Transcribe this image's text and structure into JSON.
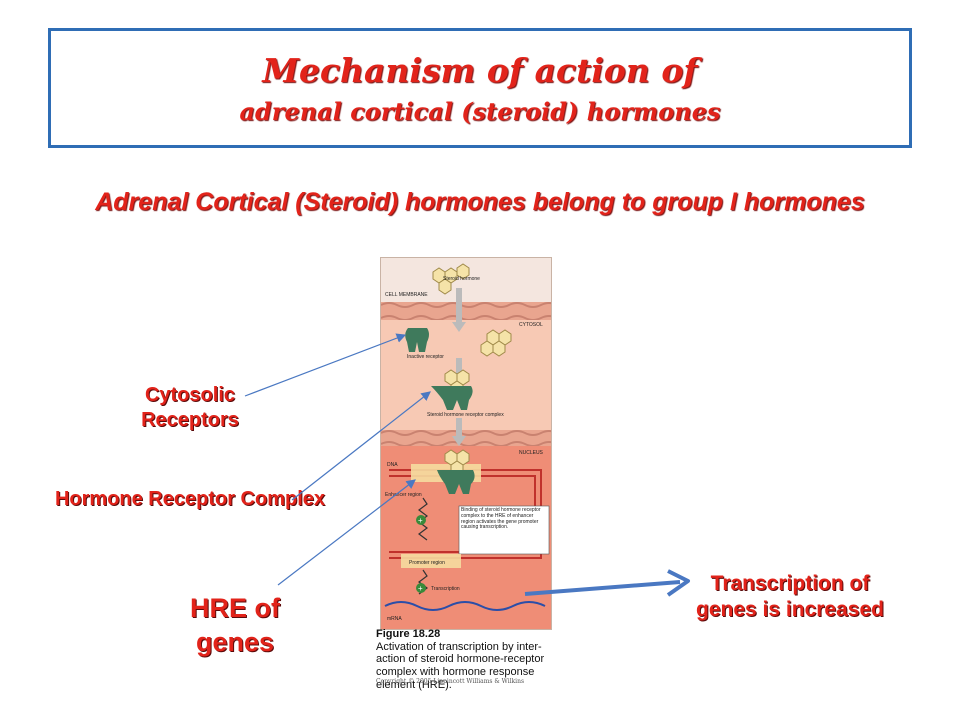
{
  "title": {
    "line1": "Mechanism of action of",
    "line2": "adrenal cortical (steroid) hormones"
  },
  "subtitle": "Adrenal Cortical (Steroid) hormones belong to group I hormones",
  "labels": {
    "cytosolic_receptors": "Cytosolic Receptors",
    "hormone_receptor_complex": "Hormone Receptor Complex",
    "hre_of_genes": "HRE of genes",
    "transcription_increased": "Transcription of genes is increased"
  },
  "figure": {
    "steroid_hormone": "Steroid hormone",
    "cell_membrane": "CELL MEMBRANE",
    "cytosol": "CYTOSOL",
    "inactive_receptor": "Inactive receptor",
    "steroid_hormone_receptor_complex": "Steroid hormone receptor complex",
    "nucleus": "NUCLEUS",
    "dna": "DNA",
    "enhancer_region": "Enhancer region",
    "binding_note": "Binding of steroid hormone receptor complex to the HRE of enhancer region activates the gene promoter causing transcription.",
    "promoter_region": "Promoter region",
    "transcription": "Transcription",
    "mrna": "mRNA",
    "plus_symbol": "+"
  },
  "caption": {
    "figure_number": "Figure 18.28",
    "text": "Activation of transcription by inter-action of steroid hormone-receptor complex with hormone response element (HRE).",
    "copyright": "Copyright © 2005 Lippincott Williams & Wilkins"
  },
  "colors": {
    "title_red": "#e2231a",
    "frame_blue": "#2f6db5",
    "arrow_blue": "#4a78c2",
    "receptor_green": "#3f7a5c",
    "membrane_pink": "#e9a58f",
    "cytosol_peach": "#f7c9b4",
    "nucleus_red": "#ef8d76"
  }
}
